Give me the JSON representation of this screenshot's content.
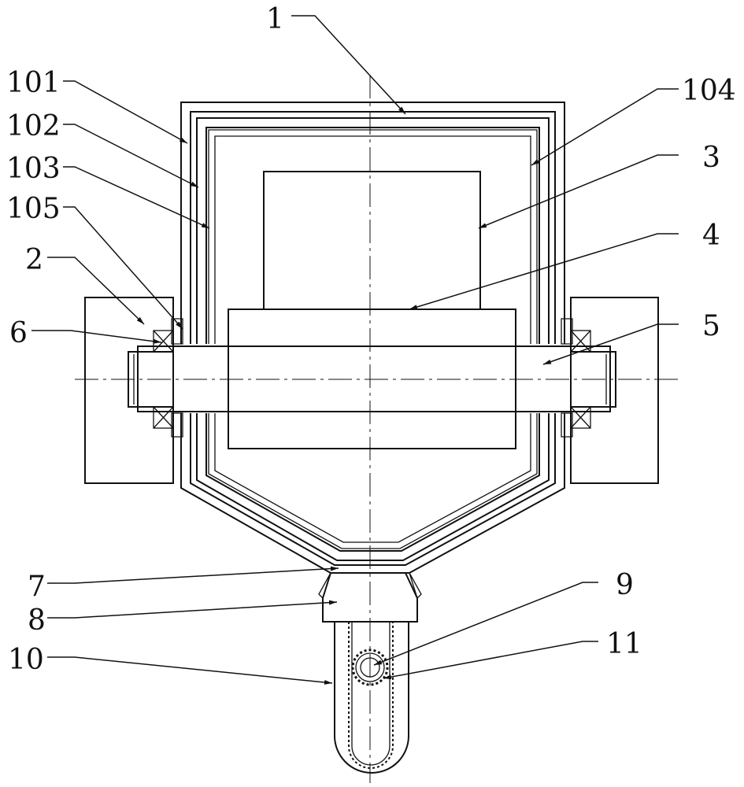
{
  "labels": {
    "l1": "1",
    "l101": "101",
    "l102": "102",
    "l103": "103",
    "l105": "105",
    "l2": "2",
    "l6": "6",
    "l7": "7",
    "l8": "8",
    "l10": "10",
    "l104": "104",
    "l3": "3",
    "l4": "4",
    "l5": "5",
    "l9": "9",
    "l11": "11"
  },
  "colors": {
    "line": "#111111",
    "background": "#ffffff"
  }
}
